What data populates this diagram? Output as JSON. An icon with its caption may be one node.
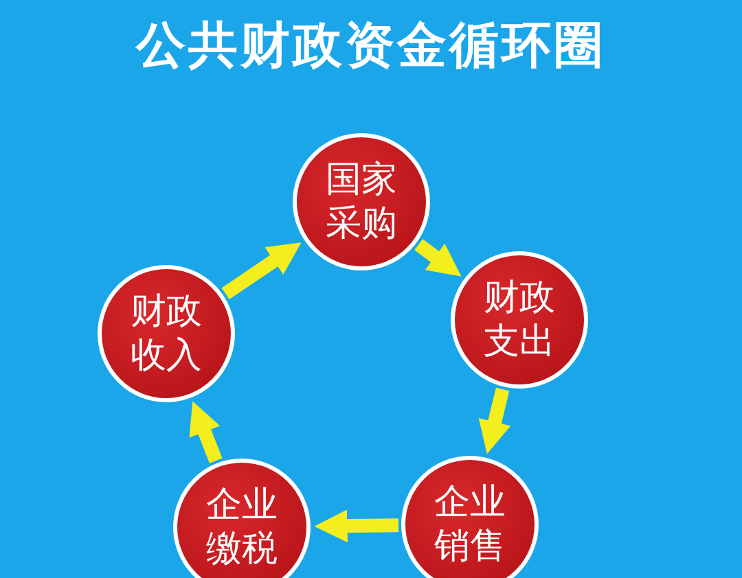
{
  "diagram": {
    "title": "公共财政资金循环圈",
    "nodes": [
      {
        "text": [
          "国家采购"
        ]
      },
      {
        "text": [
          "财政支出"
        ]
      },
      {
        "text": [
          "企业销售"
        ]
      },
      {
        "text": [
          "企业缴税"
        ]
      },
      {
        "text": [
          "财政收入"
        ]
      }
    ],
    "edges": [
      {
        "from": 0,
        "to": 1,
        "arrow": "to"
      },
      {
        "from": 1,
        "to": 2,
        "arrow": "to"
      },
      {
        "from": 2,
        "to": 3,
        "arrow": "to"
      },
      {
        "from": 3,
        "to": 4,
        "arrow": "to"
      },
      {
        "from": 4,
        "to": 0,
        "arrow": "to"
      }
    ]
  }
}
